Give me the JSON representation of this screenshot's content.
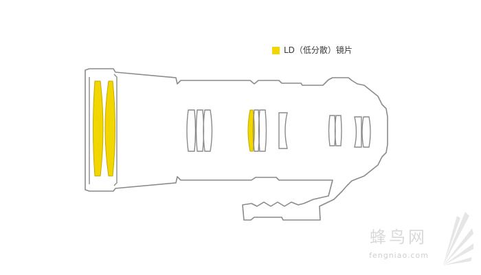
{
  "legend": {
    "label": "LD（低分散）镜片",
    "swatch_color": "#f2d600"
  },
  "watermark": {
    "name_cn": "蜂鸟网",
    "domain": "fengniao.com"
  },
  "colors": {
    "outline": "#8a8a8a",
    "ld_element": "#f2d600",
    "ld_stroke": "#c8a800"
  }
}
